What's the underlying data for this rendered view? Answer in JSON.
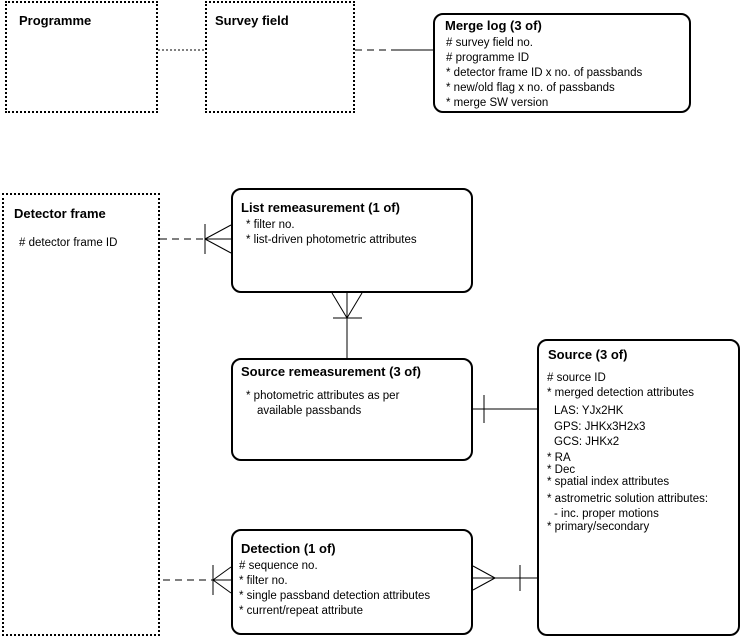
{
  "entities": {
    "programme": {
      "title": "Programme"
    },
    "survey_field": {
      "title": "Survey field"
    },
    "merge_log": {
      "title": "Merge log (3 of)",
      "lines": [
        "# survey field no.",
        "# programme ID",
        "* detector frame ID x no. of passbands",
        "* new/old flag x no. of passbands",
        "* merge SW version"
      ]
    },
    "detector_frame": {
      "title": "Detector frame",
      "lines": [
        "# detector frame ID"
      ]
    },
    "list_remeasurement": {
      "title": "List remeasurement (1 of)",
      "lines": [
        "* filter no.",
        "* list-driven photometric attributes"
      ]
    },
    "source_remeasurement": {
      "title": "Source remeasurement (3 of)",
      "lines": [
        "* photometric attributes as per",
        "available passbands"
      ]
    },
    "source": {
      "title": "Source (3 of)",
      "lines": [
        "# source ID",
        "* merged detection attributes",
        "LAS: YJx2HK",
        "GPS: JHKx3H2x3",
        "GCS: JHKx2",
        "* RA",
        "* Dec",
        "* spatial index attributes",
        "* astrometric solution attributes:",
        "- inc. proper motions",
        "* primary/secondary"
      ]
    },
    "detection": {
      "title": "Detection (1 of)",
      "lines": [
        "# sequence no.",
        "* filter no.",
        "* single passband detection attributes",
        "* current/repeat attribute"
      ]
    }
  }
}
